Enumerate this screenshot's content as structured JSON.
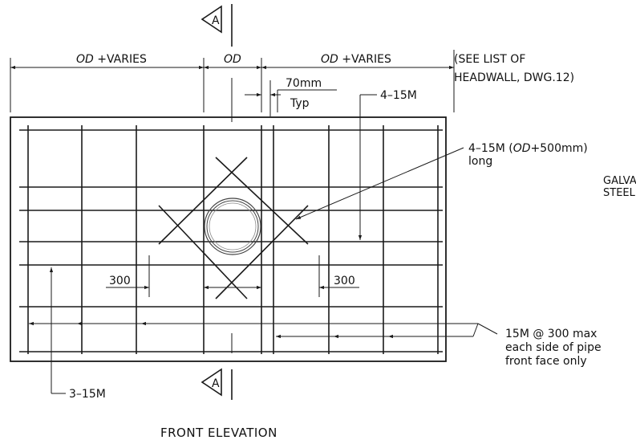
{
  "section_marker": {
    "letter": "A"
  },
  "dimensions": {
    "left_od": "OD",
    "left_varies": " +VARIES",
    "center_od": "OD",
    "right_od": "OD",
    "right_varies": " +VARIES",
    "see_list_line1": "(SEE LIST OF",
    "see_list_line2": "HEADWALL, DWG.12)",
    "typ_value": "70mm",
    "typ_label": "Typ",
    "spacing_left": "300",
    "spacing_right": "300"
  },
  "callouts": {
    "top_bars": "4–15M",
    "diag_line1_a": "4–15M  (",
    "diag_line1_od": "OD",
    "diag_line1_b": "+500mm)",
    "diag_line2": "long",
    "galv_line1": "GALVA",
    "galv_line2": "STEEL",
    "horiz_line1": "15M @ 300 max",
    "horiz_line2": "each side of pipe",
    "horiz_line3": "front face only",
    "bottom_bars": "3–15M"
  },
  "title": "FRONT ELEVATION"
}
